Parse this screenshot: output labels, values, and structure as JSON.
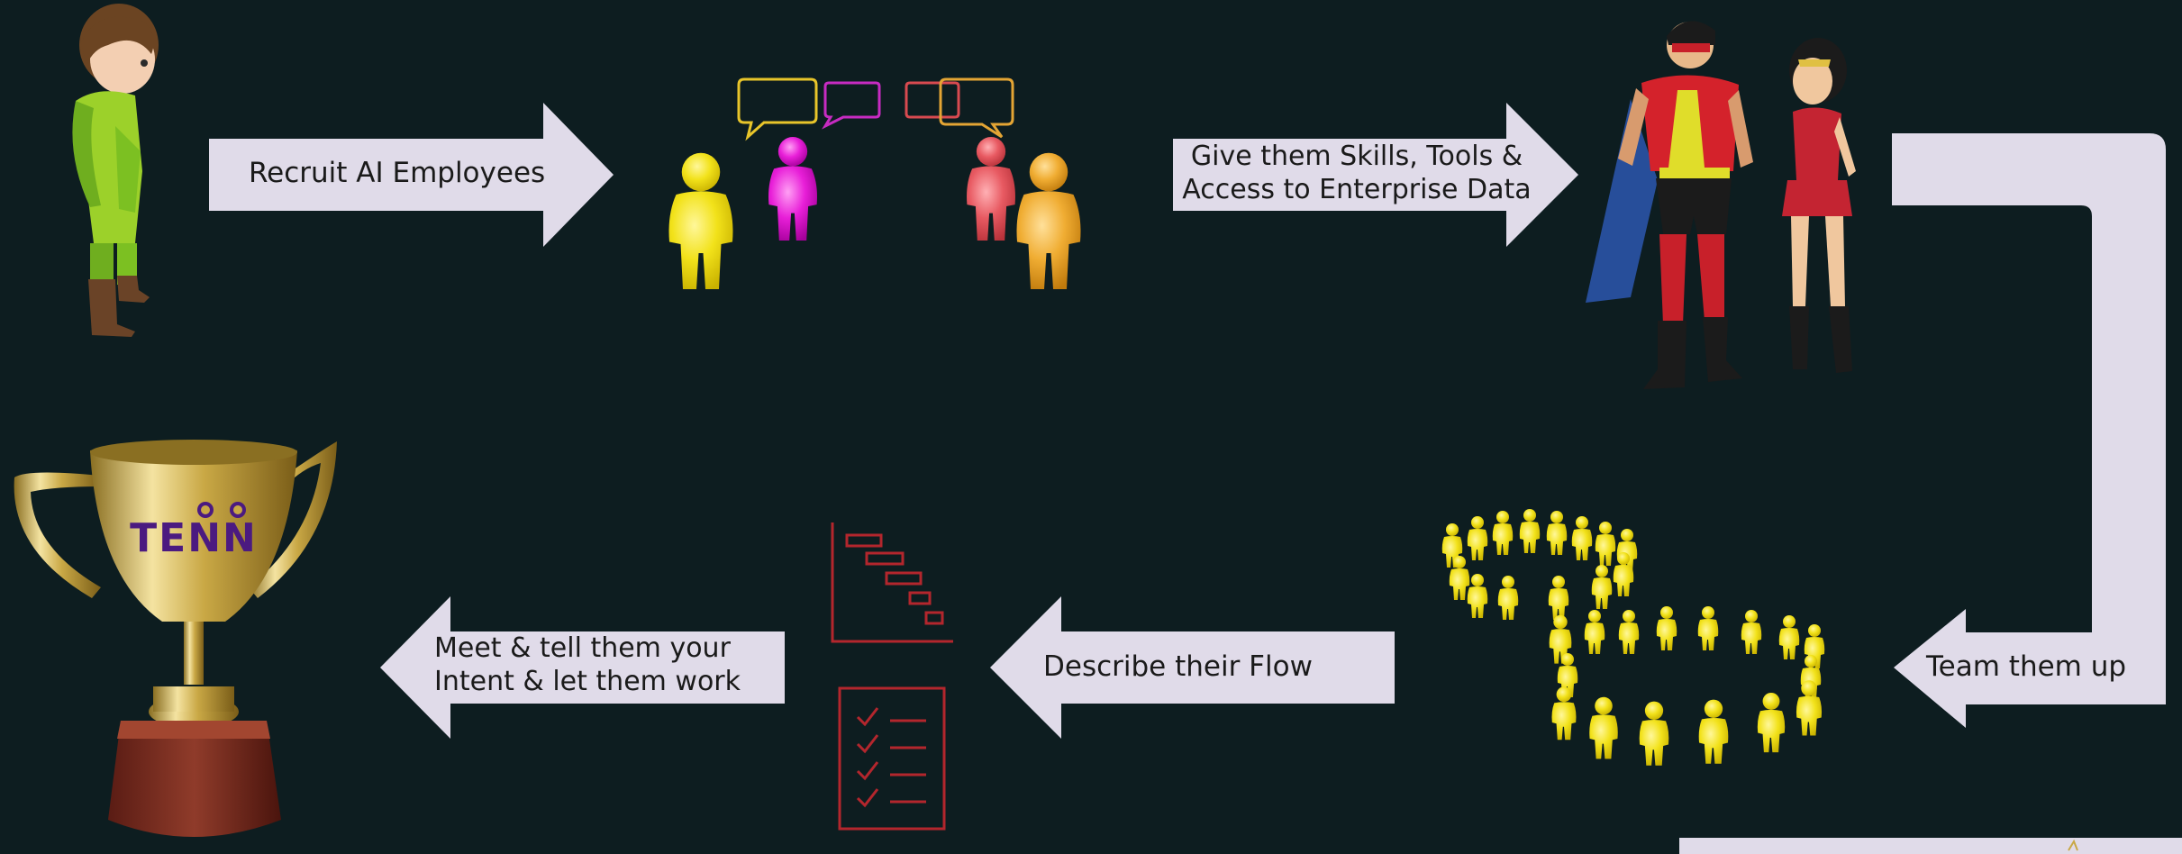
{
  "steps": [
    {
      "lines": [
        "Recruit AI Employees"
      ]
    },
    {
      "lines": [
        "Give them Skills, Tools &",
        "Access to Enterprise Data"
      ]
    },
    {
      "lines": [
        "Team them up"
      ]
    },
    {
      "lines": [
        "Describe their Flow"
      ]
    },
    {
      "lines": [
        "Meet & tell them your",
        "Intent & let them work"
      ]
    }
  ],
  "trophy_logo": "TENN",
  "colors": {
    "background": "#0d1d20",
    "arrow": "#e0dbe9",
    "yellow_figure": "#f2e21a",
    "magenta_figure": "#e81fd8",
    "red_figure": "#e85a62",
    "orange_figure": "#f0ad33",
    "icon_red": "#b3262d",
    "gold": "#c9a845",
    "logo_purple": "#4b1a80"
  },
  "icons": [
    "boy-avatar-icon",
    "talking-people-icon",
    "superheroes-icon",
    "crowd-icon",
    "gantt-chart-icon",
    "checklist-icon",
    "trophy-icon"
  ]
}
